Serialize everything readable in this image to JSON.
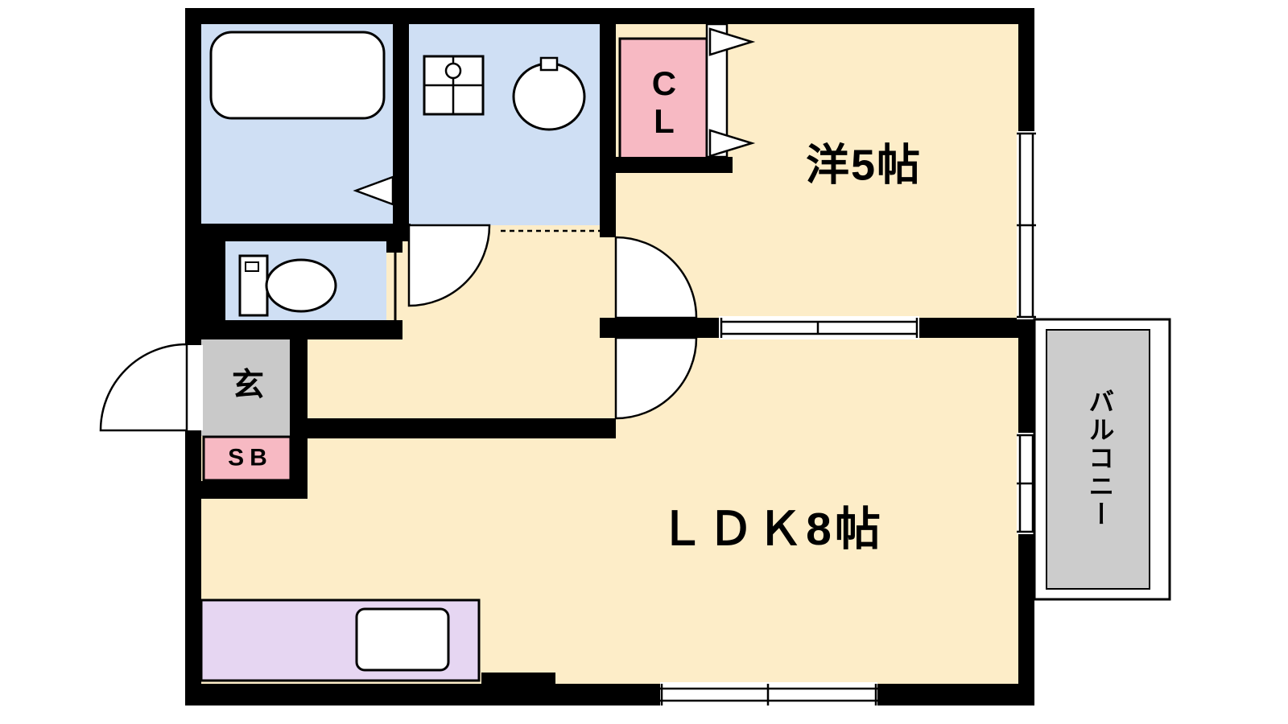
{
  "floorplan": {
    "rooms": {
      "western_room": {
        "label": "洋5帖"
      },
      "ldk": {
        "label": "ＬＤＫ8帖"
      },
      "closet": {
        "label": "CL"
      },
      "entrance": {
        "label": "玄"
      },
      "shoe_box": {
        "label": "SB"
      },
      "balcony": {
        "label": "バルコニー"
      }
    },
    "colors": {
      "wall": "#000000",
      "floor_cream": "#fdedc8",
      "wet_blue": "#cfdff4",
      "accent_pink": "#f7b9c3",
      "genkan_gray": "#c9c9c9",
      "balcony_gray": "#cccccc",
      "kitchen_lavender": "#e6d6f2",
      "fixture_white": "#ffffff"
    }
  }
}
